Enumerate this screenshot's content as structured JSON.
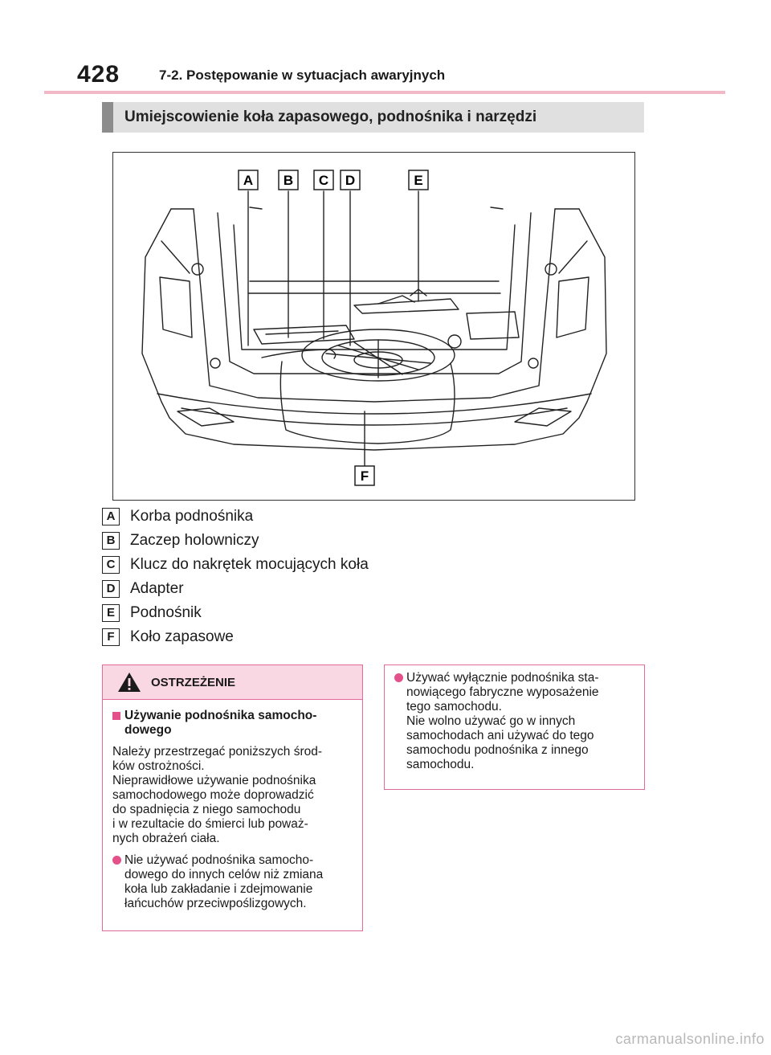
{
  "header": {
    "page_number": "428",
    "chapter_title": "7-2. Postępowanie w sytuacjach awaryjnych"
  },
  "section": {
    "title": "Umiejscowienie koła zapasowego, podnośnika i narzędzi"
  },
  "figure": {
    "callouts": [
      "A",
      "B",
      "C",
      "D",
      "E",
      "F"
    ]
  },
  "legend": [
    {
      "key": "A",
      "text": "Korba podnośnika"
    },
    {
      "key": "B",
      "text": "Zaczep holowniczy"
    },
    {
      "key": "C",
      "text": "Klucz do nakrętek mocujących koła"
    },
    {
      "key": "D",
      "text": "Adapter"
    },
    {
      "key": "E",
      "text": "Podnośnik"
    },
    {
      "key": "F",
      "text": "Koło zapasowe"
    }
  ],
  "warning": {
    "label": "OSTRZEŻENIE",
    "subheading_line1": "Używanie podnośnika samocho-",
    "subheading_line2": "dowego",
    "para_lines": [
      "Należy przestrzegać poniższych środ-",
      "ków ostrożności.",
      "Nieprawidłowe używanie podnośnika",
      "samochodowego może doprowadzić",
      "do spadnięcia z niego samochodu",
      "i w rezultacie do śmierci lub poważ-",
      "nych obrażeń ciała."
    ],
    "bullet_lines": [
      "Nie używać podnośnika samocho-",
      "dowego do innych celów niż zmiana",
      "koła lub zakładanie i zdejmowanie",
      "łańcuchów przeciwpoślizgowych."
    ]
  },
  "warning_cont": {
    "bullet_lines": [
      "Używać wyłącznie podnośnika sta-",
      "nowiącego fabryczne wyposażenie",
      "tego samochodu.",
      "Nie wolno używać go w innych",
      "samochodach ani używać do tego",
      "samochodu podnośnika z innego",
      "samochodu."
    ]
  },
  "footer": {
    "url": "carmanualsonline.info"
  },
  "colors": {
    "accent_pink": "#e4508a",
    "header_rule": "#f2b8c8",
    "warning_fill": "#f9d8e3",
    "section_bar": "#e0e0e0"
  }
}
